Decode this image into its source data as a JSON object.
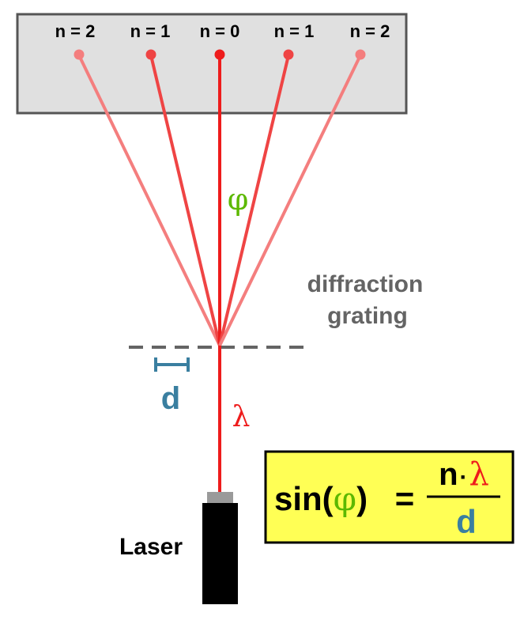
{
  "screen": {
    "order_labels": [
      "n = 2",
      "n = 1",
      "n = 0",
      "n = 1",
      "n = 2"
    ]
  },
  "angle_label": "φ",
  "grating_label": {
    "line1": "diffraction",
    "line2": "grating"
  },
  "spacing_label": "d",
  "wavelength_label": "λ",
  "laser_label": "Laser",
  "formula": {
    "lhs_prefix": "sin(",
    "lhs_symbol": "φ",
    "lhs_suffix": ")",
    "equals": "=",
    "numerator_n": "n",
    "numerator_dot": "·",
    "numerator_lambda": "λ",
    "denominator": "d"
  },
  "colors": {
    "screen_fill": "#e0e0e0",
    "screen_border": "#555555",
    "beam_order0": "#ee1c1c",
    "beam_order1": "#ef4444",
    "beam_order2": "#f47e7e",
    "phi": "#5cb800",
    "grating_text": "#646464",
    "spacing": "#3a7fa0",
    "formula_bg": "#ffff55",
    "laser_body": "#000000",
    "laser_cap": "#9a9a9a"
  }
}
